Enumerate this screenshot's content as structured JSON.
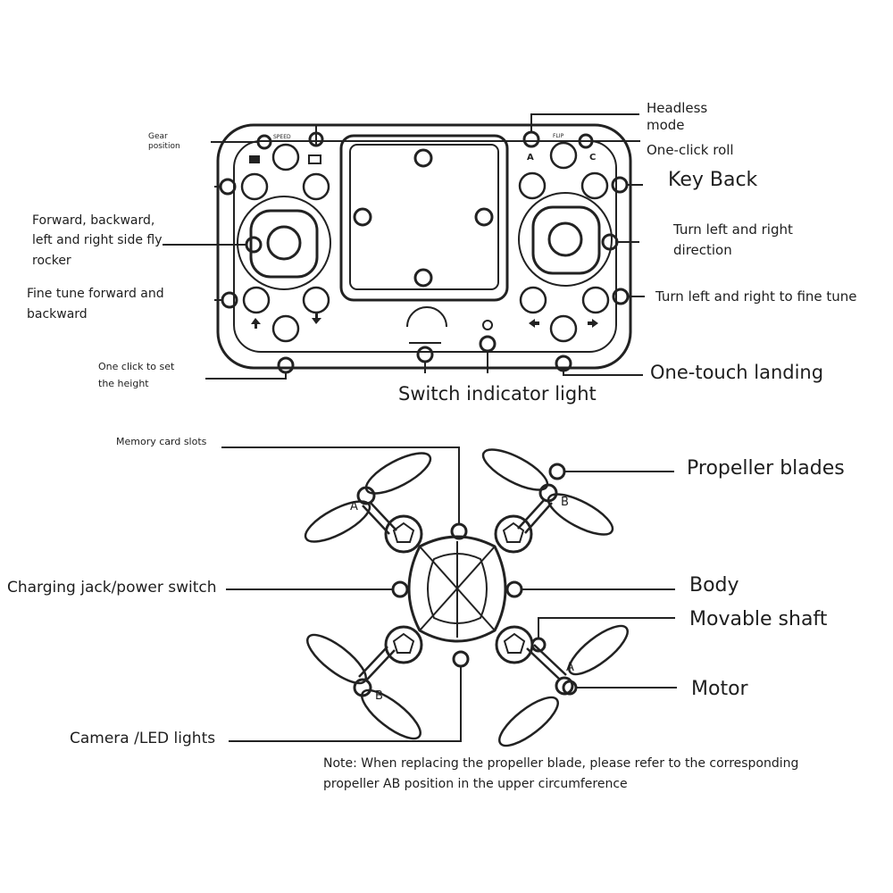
{
  "controller": {
    "callouts": {
      "gear_position": "Gear\nposition",
      "headless_mode": "Headless\nmode",
      "one_click_roll": "One-click roll",
      "key_back": "Key Back",
      "fly_rocker": "Forward, backward,\nleft and right side fly\nrocker",
      "turn_direction": "Turn left and right\ndirection",
      "fine_tune_fb": "Fine tune forward and\nbackward",
      "fine_tune_turn": "Turn left and right to fine tune",
      "set_height": "One click to set\nthe height",
      "indicator_light": "Switch indicator light",
      "landing": "One-touch landing"
    },
    "button_marks": {
      "speed": "SPEED",
      "flip": "FLIP",
      "a_mark": "A",
      "c_mark": "C"
    }
  },
  "drone": {
    "callouts": {
      "memory_card": "Memory card slots",
      "propeller_blades": "Propeller blades",
      "charging": "Charging jack/power switch",
      "body": "Body",
      "movable_shaft": "Movable shaft",
      "motor": "Motor",
      "camera": "Camera /LED lights"
    },
    "blade_marks": [
      "A",
      "B",
      "B",
      "A"
    ]
  },
  "note": "Note: When replacing the propeller blade, please refer to the corresponding\npropeller AB position in the upper circumference"
}
